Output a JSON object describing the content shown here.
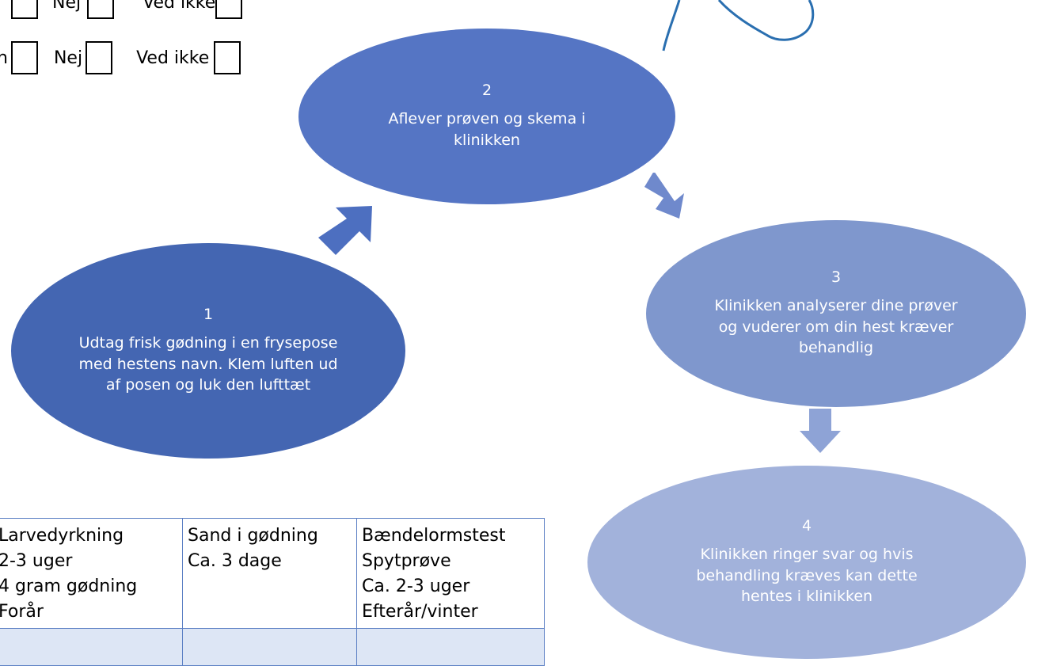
{
  "checkbox_rows": [
    {
      "left_fragment": "",
      "no_label": "Nej",
      "unknown_label": "Ved ikke"
    },
    {
      "left_fragment": "n",
      "no_label": "Nej",
      "unknown_label": "Ved ikke"
    }
  ],
  "steps": [
    {
      "number": "1",
      "text": "Udtag frisk gødning i en frysepose med hestens navn. Klem luften ud af posen og luk den lufttæt"
    },
    {
      "number": "2",
      "text": "Aflever prøven og skema  i klinikken"
    },
    {
      "number": "3",
      "text": "Klinikken analyserer dine prøver og vuderer om din hest kræver behandlig"
    },
    {
      "number": "4",
      "text": "Klinikken ringer svar og hvis behandling kræves kan dette hentes i klinikken"
    }
  ],
  "table": {
    "columns": [
      {
        "header": "Larvedyrkning",
        "lines": [
          "2-3 uger",
          "4 gram gødning",
          "Forår"
        ]
      },
      {
        "header": "Sand i gødning",
        "lines": [
          "Ca. 3 dage"
        ]
      },
      {
        "header": "Bændelormstest",
        "lines": [
          "Spytprøve",
          "Ca. 2-3 uger",
          "Efterår/vinter"
        ]
      }
    ]
  },
  "colors": {
    "step1": "#4466b2",
    "step2": "#5575c4",
    "step3": "#7f97cd",
    "step4": "#a2b2db",
    "table_border": "#5b7fc4",
    "table_shade": "#dde6f5",
    "logo_stroke": "#2a6fb0"
  },
  "icons": [
    "horse-logo-icon",
    "arrow-icon"
  ]
}
